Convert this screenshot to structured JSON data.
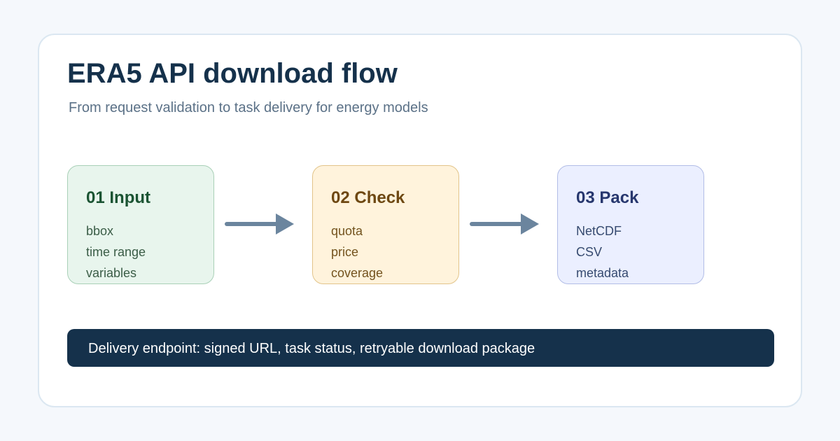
{
  "title": "ERA5 API download flow",
  "subtitle": "From request validation to task delivery for energy models",
  "steps": [
    {
      "title": "01 Input",
      "items": [
        "bbox",
        "time range",
        "variables"
      ],
      "color": "#e8f5ed"
    },
    {
      "title": "02 Check",
      "items": [
        "quota",
        "price",
        "coverage"
      ],
      "color": "#fff3dc"
    },
    {
      "title": "03 Pack",
      "items": [
        "NetCDF",
        "CSV",
        "metadata"
      ],
      "color": "#ebefff"
    }
  ],
  "arrow_color": "#6b859e",
  "delivery": {
    "text": "Delivery endpoint: signed URL, task status, retryable download package",
    "color": "#15314b"
  }
}
